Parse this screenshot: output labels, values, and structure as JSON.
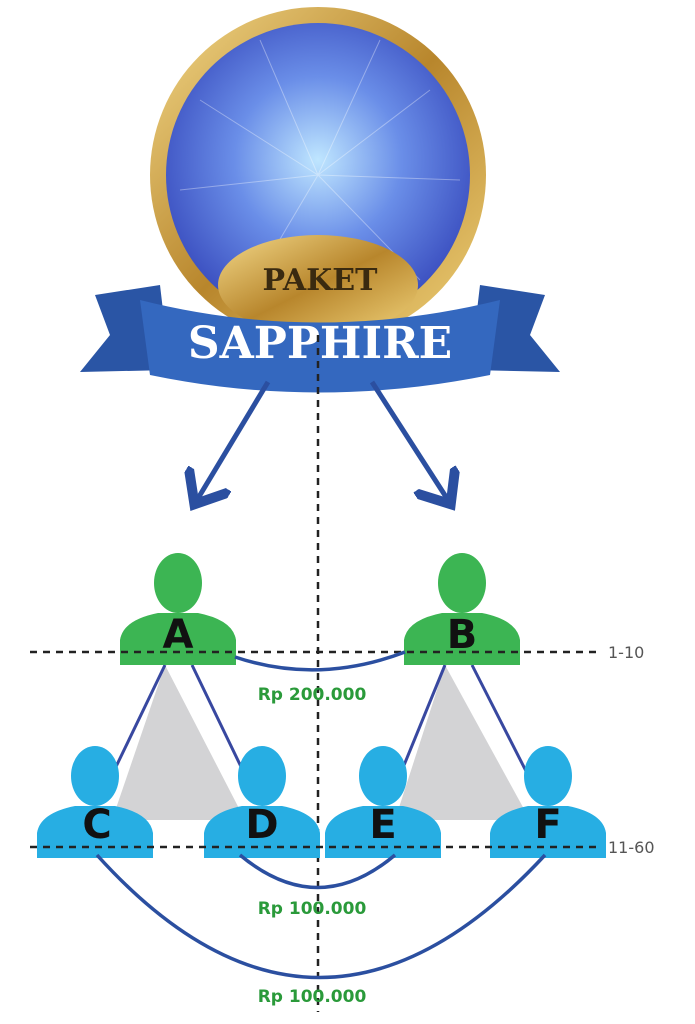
{
  "emblem": {
    "top_label": "PAKET",
    "title": "SAPPHIRE"
  },
  "members": {
    "level1": [
      {
        "label": "A"
      },
      {
        "label": "B"
      }
    ],
    "level2": [
      {
        "label": "C"
      },
      {
        "label": "D"
      },
      {
        "label": "E"
      },
      {
        "label": "F"
      }
    ]
  },
  "tiers": {
    "level1": "1-10",
    "level2": "11-60"
  },
  "bonuses": {
    "ab": "Rp 200.000",
    "de": "Rp 100.000",
    "cf": "Rp 100.000"
  },
  "colors": {
    "level1": "#3cb553",
    "level2": "#27aee3",
    "line": "#2b4fa0",
    "ribbon": "#2f63b5",
    "amount": "#2a9a3a"
  }
}
